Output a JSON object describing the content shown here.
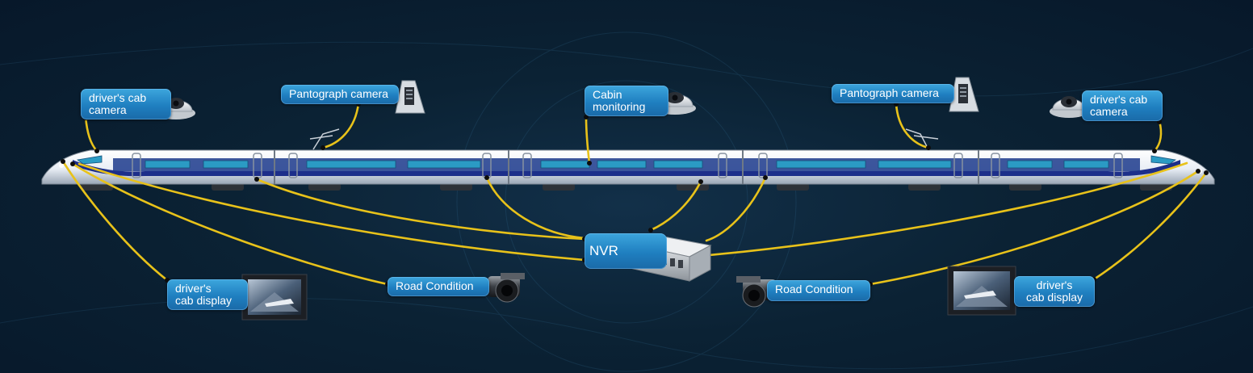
{
  "labels": {
    "drivers_cab_camera_left": "driver's cab\ncamera",
    "pantograph_camera_left": "Pantograph camera",
    "cabin_monitoring": "Cabin\nmonitoring",
    "pantograph_camera_right": "Pantograph camera",
    "drivers_cab_camera_right": "driver's cab\ncamera",
    "nvr": "NVR",
    "drivers_cab_display_left": "driver's\ncab display",
    "road_condition_left": "Road Condition",
    "road_condition_right": "Road Condition",
    "drivers_cab_display_right": "driver's\ncab display"
  },
  "colors": {
    "background": "#0b2234",
    "label_fill": "#2a8fcf",
    "cable": "#e8c21a",
    "train_body": "#eef2f7",
    "train_stripe": "#1d2f8a",
    "train_window": "#2b9bc4"
  },
  "icons": {
    "dome_camera": "dome-camera-icon",
    "pantograph_camera": "pantograph-camera-icon",
    "bullet_camera": "bullet-camera-icon",
    "display": "cab-display-icon",
    "nvr": "nvr-device-icon"
  }
}
